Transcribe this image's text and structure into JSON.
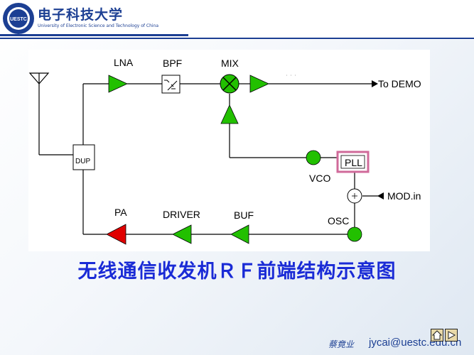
{
  "header": {
    "university_cn": "电子科技大学",
    "university_en": "University of Electronic Science and Technology of China",
    "logo_text": "UESTC"
  },
  "diagram": {
    "labels": {
      "lna": "LNA",
      "bpf": "BPF",
      "mix": "MIX",
      "to_demo": "To DEMO",
      "dup": "DUP",
      "pll": "PLL",
      "vco": "VCO",
      "mod_in": "MOD.in",
      "osc": "OSC",
      "pa": "PA",
      "driver": "DRIVER",
      "buf": "BUF"
    },
    "colors": {
      "amp": "#22c000",
      "pa": "#e00000",
      "pll_border": "#d06a9a",
      "line": "#000000"
    }
  },
  "caption": "无线通信收发机ＲＦ前端结构示意图",
  "footer": {
    "signature": "蔡竟业",
    "email": "jycai@uestc.edu.cn"
  },
  "nav": {
    "home_icon": "home-icon",
    "next_icon": "next-icon"
  }
}
